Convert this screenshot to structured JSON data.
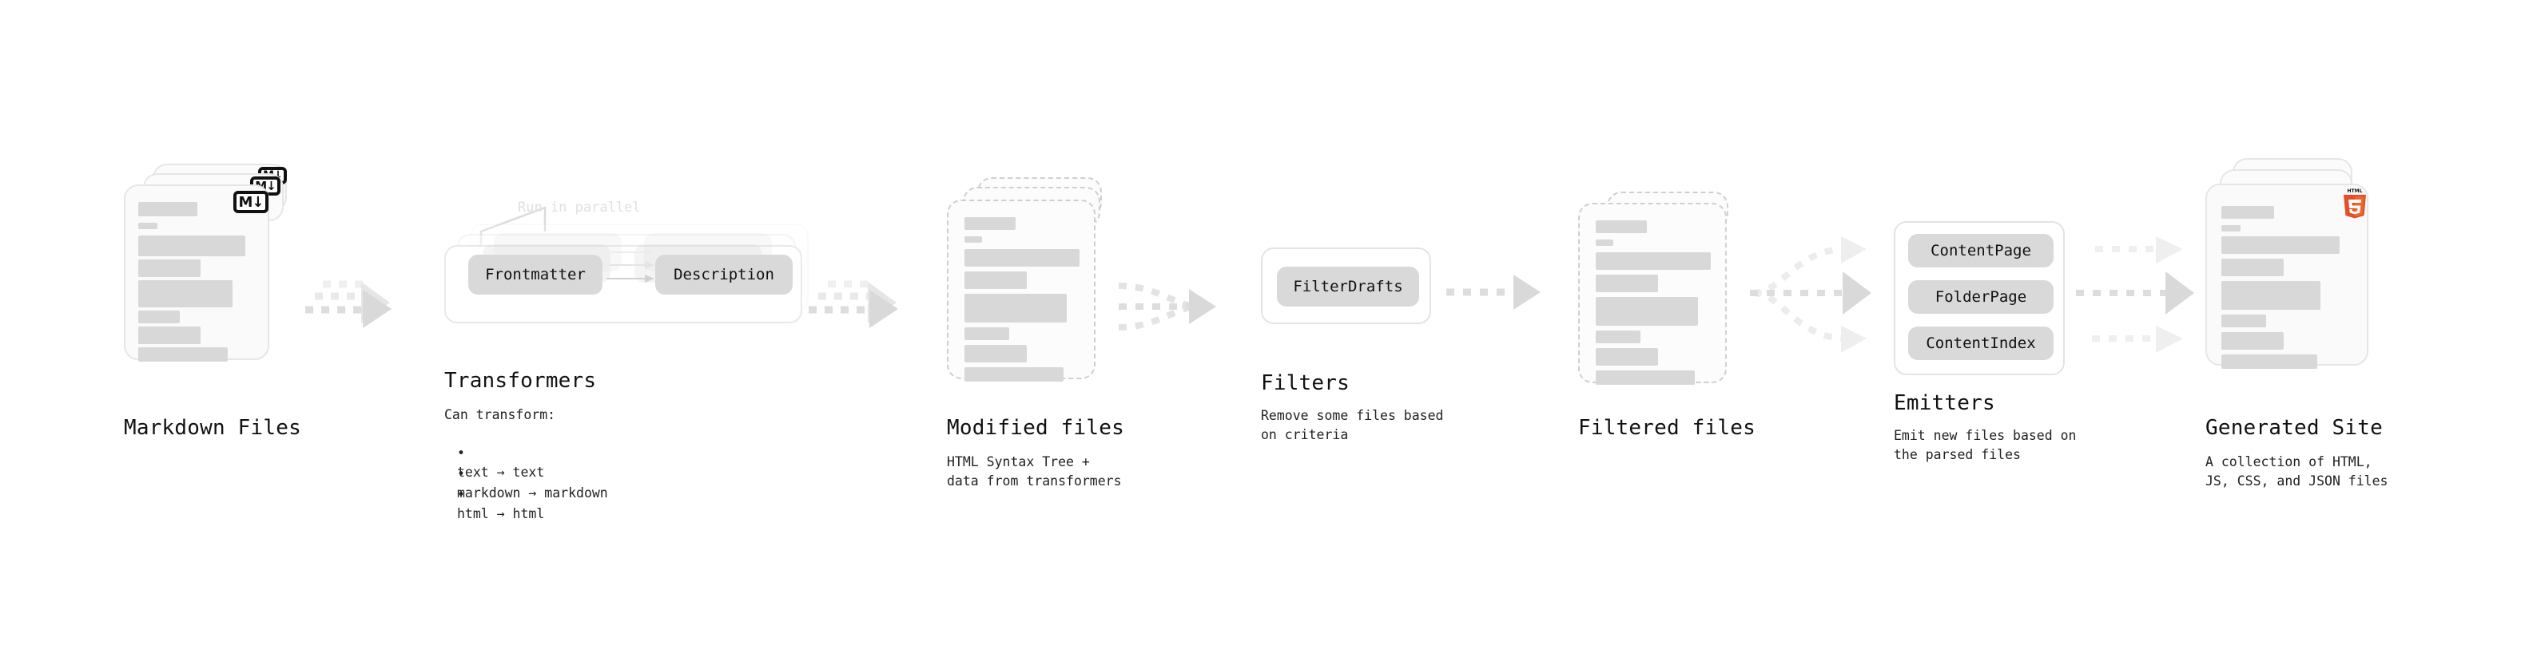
{
  "diagram": {
    "type": "pipeline-flow",
    "background": "#ffffff",
    "accent_skeleton": "#d8d8d8",
    "accent_chip": "#d9d9d9",
    "accent_arrow": "#d8d8d8",
    "accent_border": "#e6e6e6"
  },
  "stages": {
    "markdown_files": {
      "title": "Markdown Files",
      "subtitle": "",
      "icon": "markdown-logo",
      "badge_text": "M",
      "badge_arrow": "↓",
      "sheet_count": 3,
      "border_style": "solid"
    },
    "transformers": {
      "title": "Transformers",
      "subtitle": "Can transform:",
      "parallel_label": "Run in parallel",
      "chips": [
        "Frontmatter",
        "Description"
      ],
      "bullets": [
        "text → text",
        "markdown → markdown",
        "html → html"
      ],
      "bullet_marker": "•",
      "layer_count": 3
    },
    "modified_files": {
      "title": "Modified files",
      "subtitle": "HTML Syntax Tree +\ndata from transformers",
      "sheet_count": 3,
      "border_style": "dashed"
    },
    "filters": {
      "title": "Filters",
      "subtitle": "Remove some files based\non criteria",
      "chips": [
        "FilterDrafts"
      ]
    },
    "filtered_files": {
      "title": "Filtered files",
      "subtitle": "",
      "sheet_count": 2,
      "border_style": "dashed"
    },
    "emitters": {
      "title": "Emitters",
      "subtitle": "Emit new files based on\nthe parsed files",
      "chips": [
        "ContentPage",
        "FolderPage",
        "ContentIndex"
      ]
    },
    "generated_site": {
      "title": "Generated Site",
      "subtitle": "A collection of HTML,\nJS, CSS, and JSON files",
      "sheet_count": 3,
      "border_style": "solid",
      "badges": [
        {
          "name": "css3-badge",
          "color": "#264de4"
        },
        {
          "name": "javascript-badge",
          "color": "#f7df1e"
        },
        {
          "name": "html5-badge",
          "color": "#e34f26",
          "label": "HTML",
          "digit": "5"
        }
      ]
    }
  },
  "connectors": [
    {
      "name": "markdown-to-transformers",
      "style": "dashed",
      "kind": "converge-3"
    },
    {
      "name": "transformers-to-modified",
      "style": "dashed",
      "kind": "converge-3"
    },
    {
      "name": "modified-to-filters",
      "style": "dashed",
      "kind": "merge-2"
    },
    {
      "name": "filters-to-filtered",
      "style": "dashed",
      "kind": "single"
    },
    {
      "name": "filtered-to-emitters",
      "style": "dashed",
      "kind": "fan-out-3"
    },
    {
      "name": "emitters-to-site",
      "style": "dashed",
      "kind": "parallel-3"
    }
  ]
}
